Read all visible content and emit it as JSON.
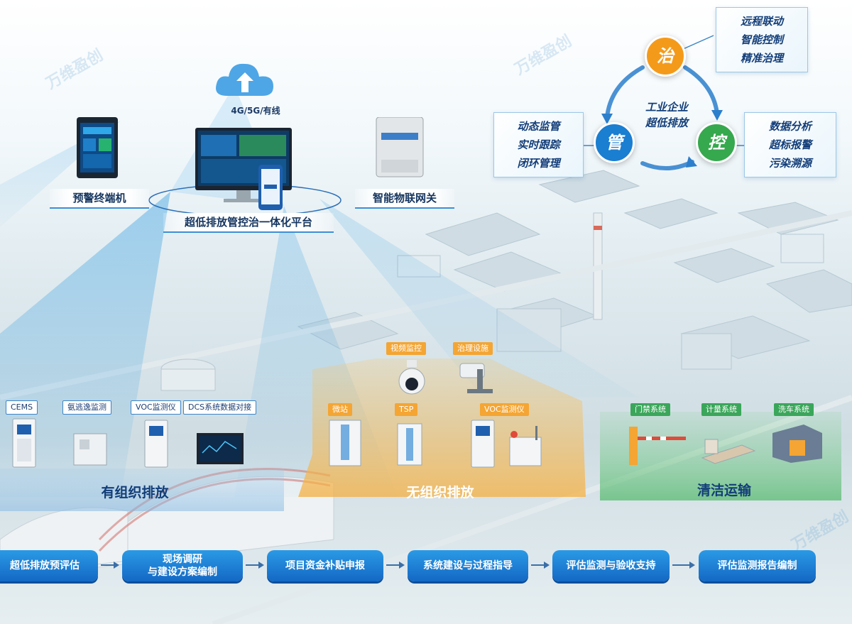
{
  "platform": {
    "network_label": "4G/5G/有线",
    "title": "超低排放管控治一体化平台",
    "devices": [
      {
        "label": "预警终端机"
      },
      {
        "label": "智能物联网关"
      }
    ]
  },
  "governance": {
    "center_title_line1": "工业企业",
    "center_title_line2": "超低排放",
    "nodes": [
      {
        "char": "治",
        "lines": [
          "远程联动",
          "智能控制",
          "精准治理"
        ],
        "color": "#f49a1a"
      },
      {
        "char": "管",
        "lines": [
          "动态监管",
          "实时跟踪",
          "闭环管理"
        ],
        "color": "#1a7ed1"
      },
      {
        "char": "控",
        "lines": [
          "数据分析",
          "超标报警",
          "污染溯源"
        ],
        "color": "#36a84e"
      }
    ]
  },
  "zones": {
    "organized": {
      "title": "有组织排放",
      "tags": [
        "CEMS",
        "氨逃逸监测",
        "VOC监测仪",
        "DCS系统数据对接"
      ]
    },
    "unorganized": {
      "title": "无组织排放",
      "top_tags": [
        "视频监控",
        "治理设施"
      ],
      "tags": [
        "微站",
        "TSP",
        "VOC监测仪"
      ]
    },
    "transport": {
      "title": "清洁运输",
      "tags": [
        "门禁系统",
        "计量系统",
        "洗车系统"
      ]
    }
  },
  "process_steps": [
    "超低排放预评估",
    "现场调研\n与建设方案编制",
    "项目资金补贴申报",
    "系统建设与过程指导",
    "评估监测与验收支持",
    "评估监测报告编制"
  ],
  "watermark": "万维盈创",
  "colors": {
    "blue": "#1a7ed1",
    "orange": "#f49a1a",
    "green": "#36a84e",
    "navy": "#123d78"
  }
}
